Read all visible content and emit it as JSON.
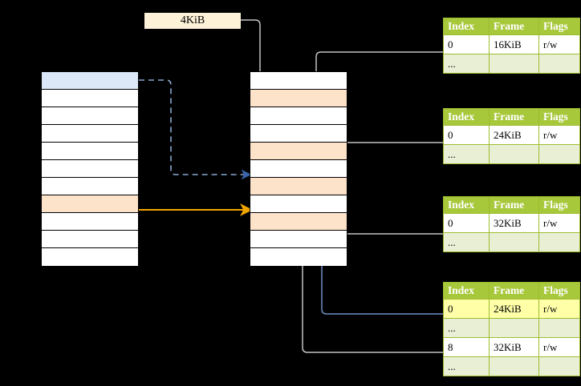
{
  "diagram": {
    "title_label": "4KiB",
    "colors": {
      "header_green": "#a8c83c",
      "alt_row_green": "#e9efd5",
      "highlight_yellow": "#ffffa8",
      "blue_cell": "#dce8f8",
      "orange_cell": "#fde3ca",
      "blue_wire": "#6f8fc4",
      "orange_wire": "#f0a500",
      "gray_wire": "#c0c0c0"
    }
  },
  "left_column": {
    "name": "virtual-address-space",
    "row_count": 11,
    "rows": [
      {
        "label": "",
        "fill": "blue"
      },
      {
        "label": "",
        "fill": "white"
      },
      {
        "label": "",
        "fill": "white"
      },
      {
        "label": "",
        "fill": "white"
      },
      {
        "label": "",
        "fill": "white"
      },
      {
        "label": "",
        "fill": "white"
      },
      {
        "label": "",
        "fill": "white"
      },
      {
        "label": "",
        "fill": "orange"
      },
      {
        "label": "",
        "fill": "white"
      },
      {
        "label": "",
        "fill": "white"
      },
      {
        "label": "",
        "fill": "white"
      }
    ]
  },
  "middle_column": {
    "name": "physical-memory",
    "row_count": 11,
    "rows": [
      {
        "label": "",
        "fill": "white"
      },
      {
        "label": "",
        "fill": "orange"
      },
      {
        "label": "",
        "fill": "white"
      },
      {
        "label": "",
        "fill": "white"
      },
      {
        "label": "",
        "fill": "orange"
      },
      {
        "label": "",
        "fill": "white"
      },
      {
        "label": "",
        "fill": "orange"
      },
      {
        "label": "",
        "fill": "white"
      },
      {
        "label": "",
        "fill": "orange"
      },
      {
        "label": "",
        "fill": "white"
      },
      {
        "label": "",
        "fill": "white"
      }
    ]
  },
  "page_tables": [
    {
      "name": "page-table-1",
      "headers": [
        "Index",
        "Frame",
        "Flags"
      ],
      "rows": [
        {
          "cells": [
            "0",
            "16KiB",
            "r/w"
          ],
          "alt": false,
          "highlight": false
        },
        {
          "cells": [
            "...",
            "",
            ""
          ],
          "alt": true,
          "highlight": false
        }
      ]
    },
    {
      "name": "page-table-2",
      "headers": [
        "Index",
        "Frame",
        "Flags"
      ],
      "rows": [
        {
          "cells": [
            "0",
            "24KiB",
            "r/w"
          ],
          "alt": false,
          "highlight": false
        },
        {
          "cells": [
            "...",
            "",
            ""
          ],
          "alt": true,
          "highlight": false
        }
      ]
    },
    {
      "name": "page-table-3",
      "headers": [
        "Index",
        "Frame",
        "Flags"
      ],
      "rows": [
        {
          "cells": [
            "0",
            "32KiB",
            "r/w"
          ],
          "alt": false,
          "highlight": false
        },
        {
          "cells": [
            "...",
            "",
            ""
          ],
          "alt": true,
          "highlight": false
        }
      ]
    },
    {
      "name": "page-table-4",
      "headers": [
        "Index",
        "Frame",
        "Flags"
      ],
      "rows": [
        {
          "cells": [
            "0",
            "24KiB",
            "r/w"
          ],
          "alt": false,
          "highlight": true
        },
        {
          "cells": [
            "...",
            "",
            ""
          ],
          "alt": true,
          "highlight": false
        },
        {
          "cells": [
            "8",
            "32KiB",
            "r/w"
          ],
          "alt": false,
          "highlight": false
        },
        {
          "cells": [
            "...",
            "",
            ""
          ],
          "alt": true,
          "highlight": false
        }
      ]
    }
  ]
}
